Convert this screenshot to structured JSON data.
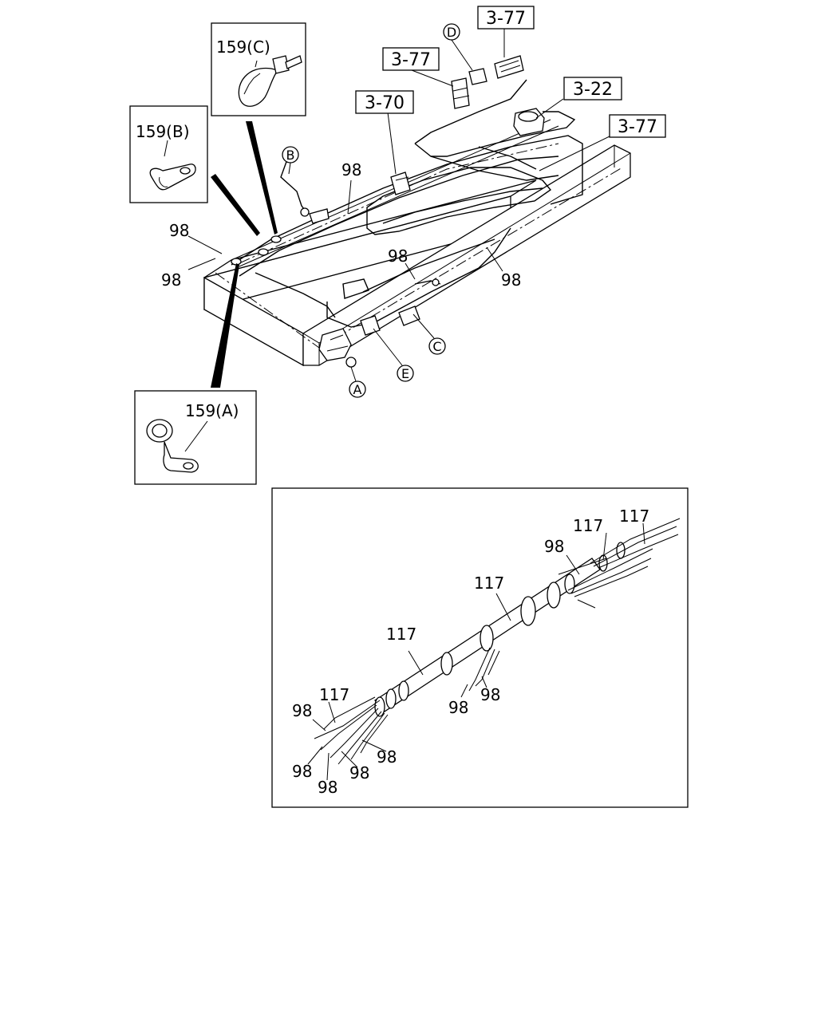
{
  "references": {
    "ref_3_77_top": "3-77",
    "ref_3_77_mid": "3-77",
    "ref_3_70": "3-70",
    "ref_3_22": "3-22",
    "ref_3_77_right": "3-77"
  },
  "insets": {
    "clamp_a": "159(A)",
    "clamp_b": "159(B)",
    "clamp_c": "159(C)"
  },
  "callouts": {
    "a": "A",
    "b": "B",
    "c": "C",
    "d": "D",
    "e": "E"
  },
  "main_labels": {
    "harness_98_top": "98",
    "harness_98_left_a": "98",
    "harness_98_left_b": "98",
    "harness_98_center": "98",
    "harness_98_right": "98"
  },
  "detail_labels": {
    "harness_98_upper": "98",
    "tube_117_top_a": "117",
    "tube_117_top_b": "117",
    "tube_117_mid": "117",
    "tube_117_lower": "117",
    "tube_117_end": "117",
    "branch_98_mid_a": "98",
    "branch_98_mid_b": "98",
    "branch_98_end_a": "98",
    "branch_98_end_b": "98",
    "branch_98_end_c": "98",
    "branch_98_end_d": "98",
    "branch_98_end_e": "98"
  }
}
